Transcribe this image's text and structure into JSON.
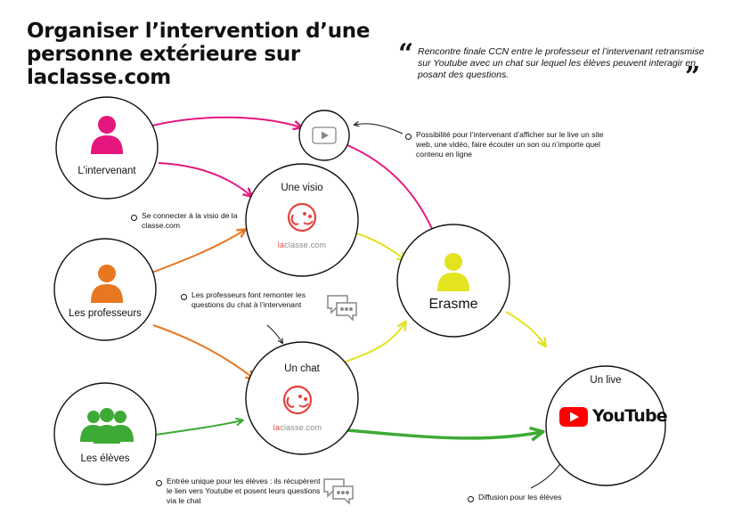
{
  "title": "Organiser l’intervention d’une personne extérieure sur laclasse.com",
  "quote": {
    "open_mark": "“",
    "close_mark": "”",
    "text": "Rencontre finale CCN entre le professeur et l’intervenant retransmise sur Youtube avec un chat sur lequel les élèves peuvent interagir en posant des questions."
  },
  "nodes": {
    "intervenant": "L’intervenant",
    "professeurs": "Les professeurs",
    "eleves": "Les élèves",
    "visio": "Une visio",
    "chat": "Un chat",
    "erasme": "Erasme",
    "live": "Un live"
  },
  "brand": {
    "la": "la",
    "rest": "classe.com"
  },
  "youtube": {
    "wordmark": "YouTube"
  },
  "notes": {
    "intervenant_content": "Possibilité pour l’intervenant d’afficher sur le live un site web, une vidéo, faire écouter un son ou n’importe quel contenu en ligne",
    "visio_connect": "Se connecter à la visio de la classe.com",
    "profs_questions": "Les professeurs font remonter les questions du chat à l’intervenant",
    "eleves_entry": "Entrée unique pour les élèves : ils récupèrent le lien vers Youtube et posent leurs questions via le chat",
    "diffusion": "Diffusion pour les élèves"
  },
  "colors": {
    "intervenant": "#e5177e",
    "professeurs": "#e87722",
    "eleves": "#3daa35",
    "erasme": "#e3e320",
    "laclasse": "#e4443d",
    "youtube": "#ff0000",
    "ink": "#111111"
  },
  "icons": [
    "person-icon",
    "group-icon",
    "play-icon",
    "laclasse-logo-icon",
    "chat-bubbles-icon",
    "youtube-logo-icon"
  ]
}
